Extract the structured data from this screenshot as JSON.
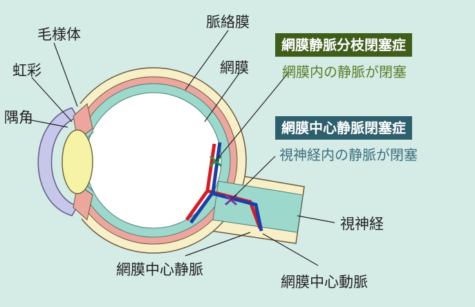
{
  "labels": {
    "ciliary_body": "毛様体",
    "iris": "虹彩",
    "angle": "隅角",
    "choroid": "脈絡膜",
    "retina": "網膜",
    "optic_nerve": "視神経",
    "central_retinal_vein": "網膜中心静脈",
    "central_retinal_artery": "網膜中心動脈"
  },
  "conditions": [
    {
      "name": "網膜静脈分枝閉塞症",
      "description": "網膜内の静脈が閉塞",
      "color": "#3e5e1a",
      "text_color": "#5a7e2a"
    },
    {
      "name": "網膜中心静脈閉塞症",
      "description": "視神経内の静脈が閉塞",
      "color": "#2e5f6c",
      "text_color": "#3d6f80"
    }
  ],
  "colors": {
    "background": "#d5ebe6",
    "sclera": "#f7efc8",
    "choroid": "#eca69d",
    "retina": "#9dd8cc",
    "cornea": "#c7c7ea",
    "lens": "#f6f2a6",
    "vein": "#d81c22",
    "artery": "#1a3fa8",
    "branch_occlusion_mark": "#2e8f3e",
    "central_occlusion_mark": "#7a3a9a"
  }
}
